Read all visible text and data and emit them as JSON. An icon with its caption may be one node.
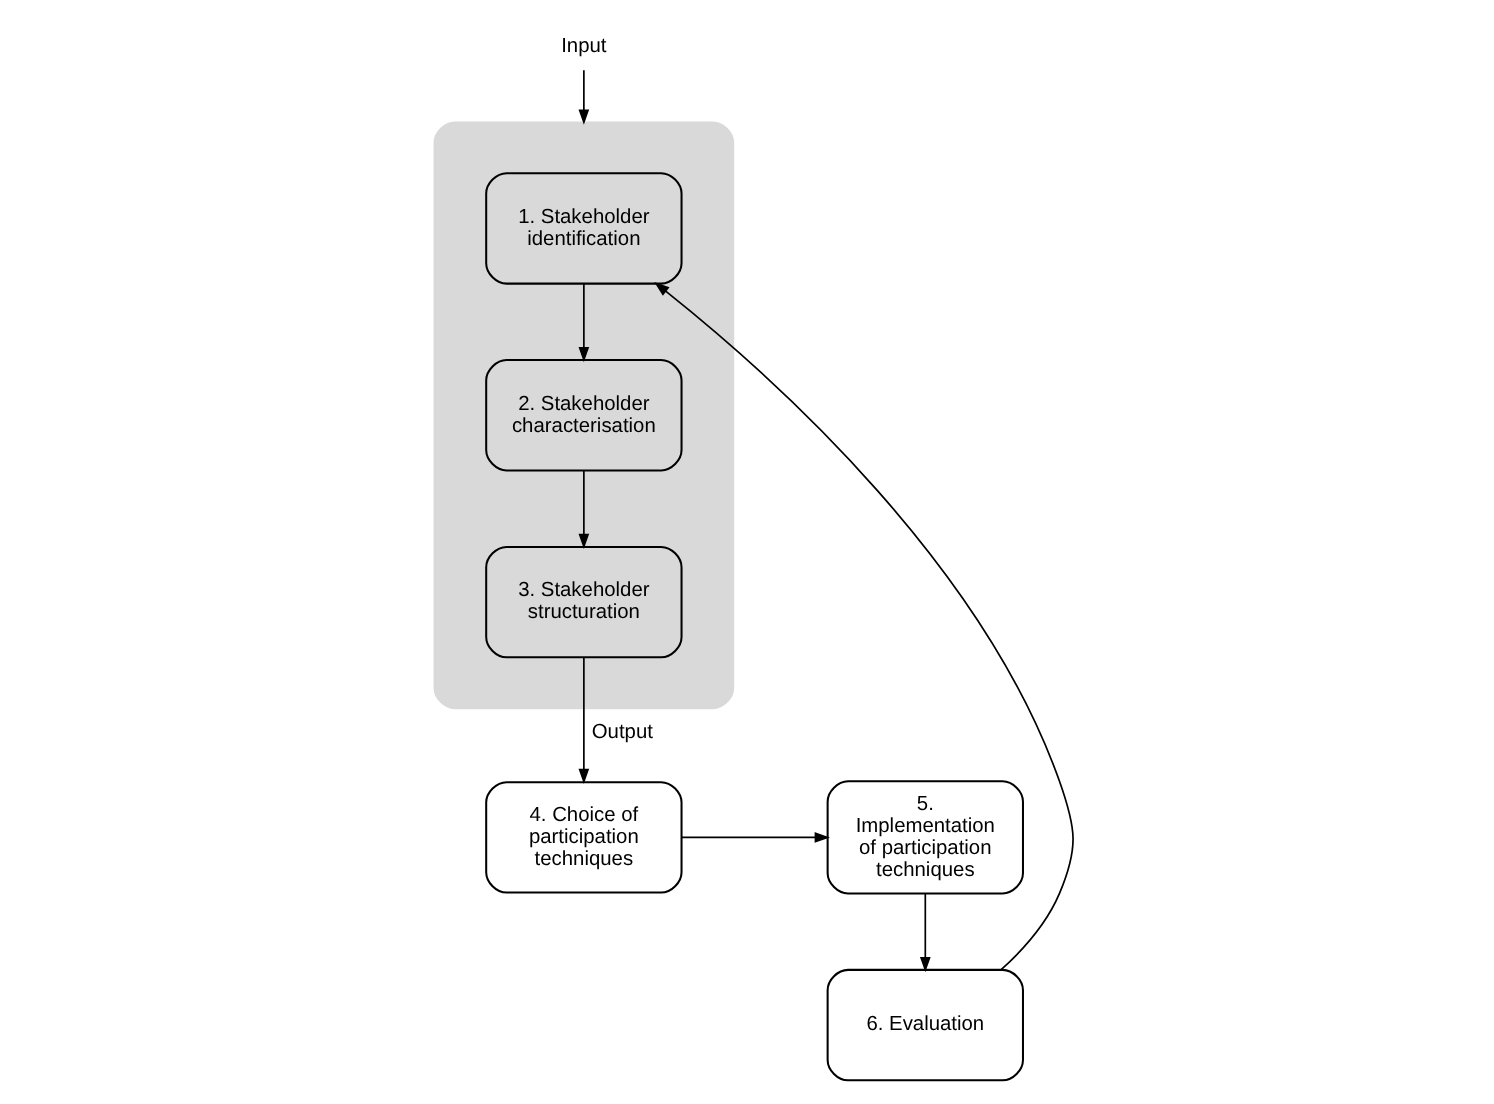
{
  "diagram": {
    "nodes": [
      {
        "text": [],
        "shape": "ellipse"
      },
      {
        "text": [
          "1. Stakeholder identification"
        ],
        "in": 0
      },
      {
        "text": [
          "2. Stakeholder characterisation"
        ],
        "in": 0
      },
      {
        "text": [
          "3. Stakeholder structuration"
        ],
        "in": 0
      },
      {
        "text": [
          "4. Choice of participation techniques"
        ]
      },
      {
        "text": [
          "5. Implementation of participation techniques"
        ]
      },
      {
        "text": [
          "6. Evaluation"
        ]
      },
      {
        "text": [
          "Input"
        ]
      }
    ],
    "edges": [
      {
        "from": 7,
        "to": 0,
        "arrow": "to"
      },
      {
        "from": 1,
        "to": 2,
        "arrow": "to"
      },
      {
        "from": 2,
        "to": 3,
        "arrow": "to"
      },
      {
        "from": 3,
        "to": 4,
        "arrow": "to",
        "label": "Output"
      },
      {
        "from": 4,
        "to": 5,
        "arrow": "to"
      },
      {
        "from": 5,
        "to": 6,
        "arrow": "to"
      },
      {
        "from": 6,
        "to": 1,
        "arrow": "to"
      }
    ]
  }
}
